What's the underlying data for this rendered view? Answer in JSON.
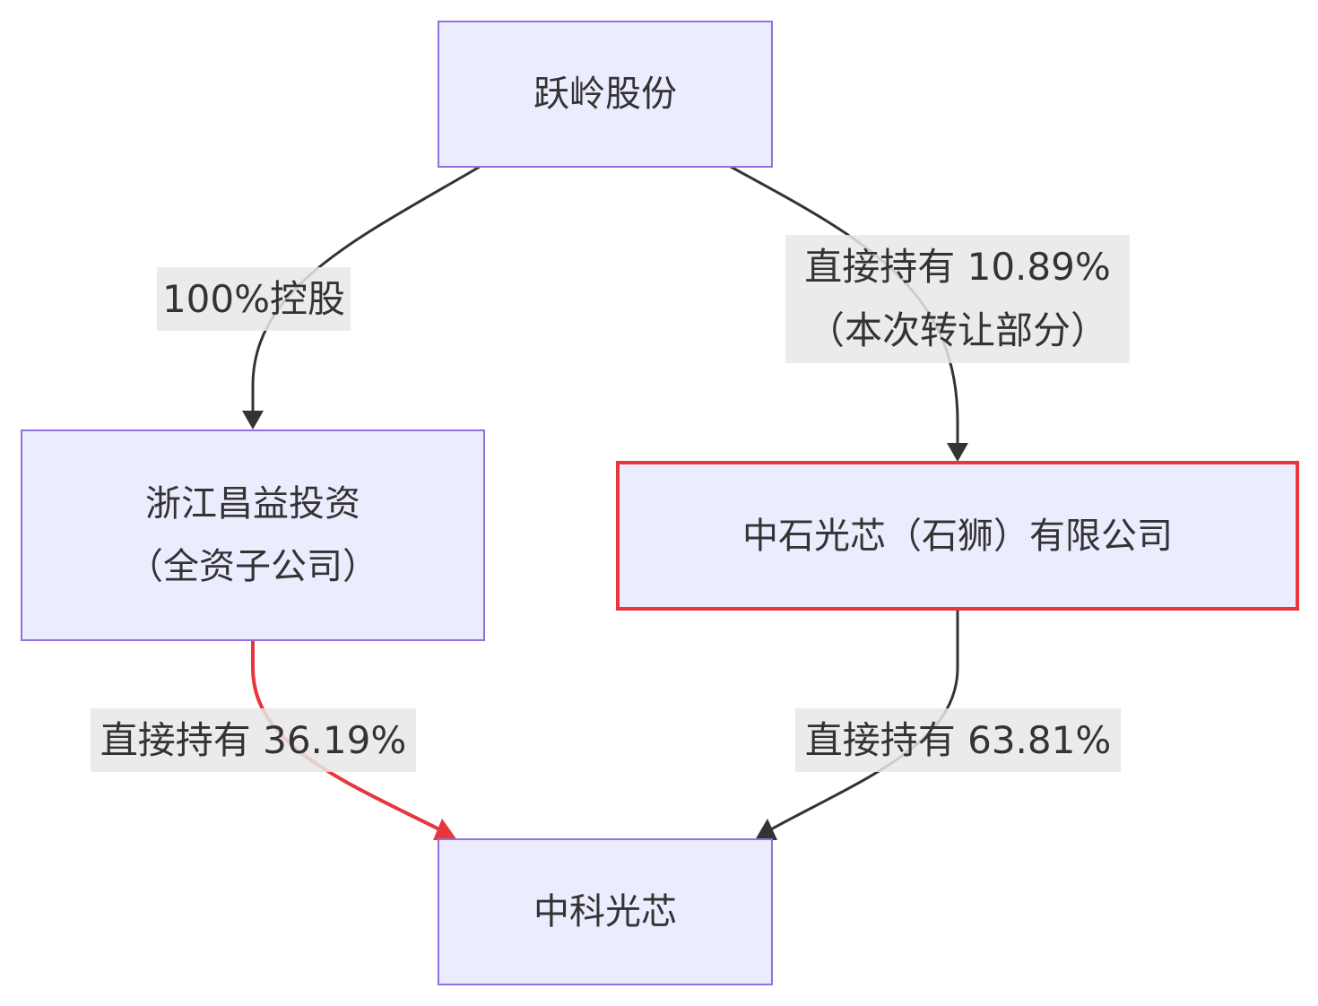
{
  "nodes": {
    "top": {
      "label": "跃岭股份"
    },
    "left": {
      "line1": "浙江昌益投资",
      "line2": "（全资子公司）"
    },
    "right": {
      "label": "中石光芯（石狮）有限公司"
    },
    "bottom": {
      "label": "中科光芯"
    }
  },
  "edges": {
    "top_left": {
      "label": "100%控股"
    },
    "top_right": {
      "line1": "直接持有 10.89%",
      "line2": "（本次转让部分）"
    },
    "left_bottom": {
      "label": "直接持有 36.19%"
    },
    "right_bottom": {
      "label": "直接持有 63.81%"
    }
  },
  "colors": {
    "node_fill": "#ececff",
    "node_border": "#9370db",
    "highlight": "#e8363d",
    "edge": "#333333"
  }
}
